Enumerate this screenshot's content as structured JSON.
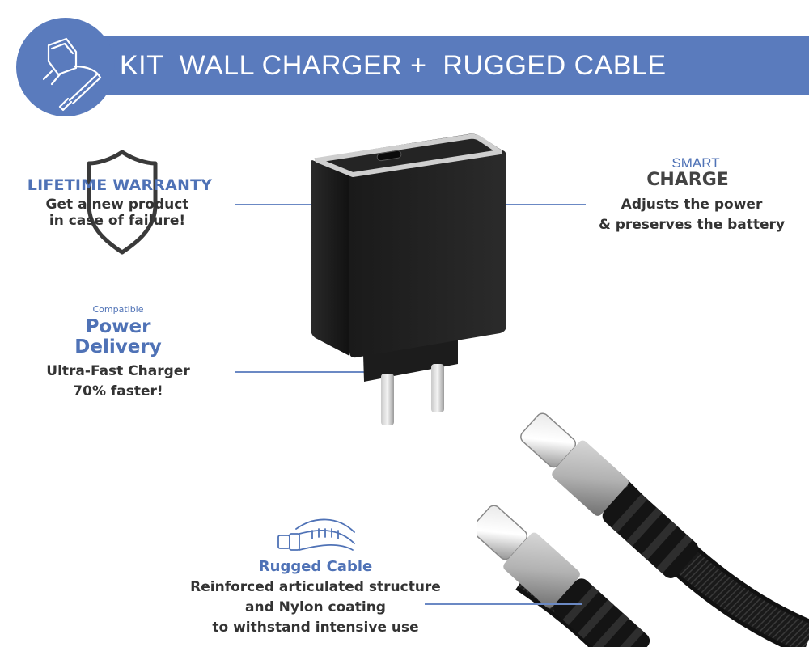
{
  "header": {
    "title": "KIT  WALL CHARGER +  RUGGED CABLE",
    "icon": "charger-cable-icon"
  },
  "features": {
    "warranty": {
      "title": "LIFETIME WARRANTY",
      "line1": "Get a new product",
      "line2": "in case of failure!",
      "icon": "shield-icon"
    },
    "smart_charge": {
      "small": "SMART",
      "big": "CHARGE",
      "line1": "Adjusts the power",
      "line2": "& preserves the battery"
    },
    "power_delivery": {
      "small": "Compatible",
      "big1": "Power",
      "big2": "Delivery",
      "line1": "Ultra-Fast Charger",
      "line2": "70% faster!"
    },
    "rugged_cable": {
      "title": "Rugged Cable",
      "line1": "Reinforced articulated structure",
      "line2": "and Nylon coating",
      "line3": "to withstand intensive use",
      "icon": "cable-bend-icon"
    }
  },
  "colors": {
    "accent": "#5a7bbd",
    "text": "#333333",
    "product": "#1c1c1c"
  }
}
